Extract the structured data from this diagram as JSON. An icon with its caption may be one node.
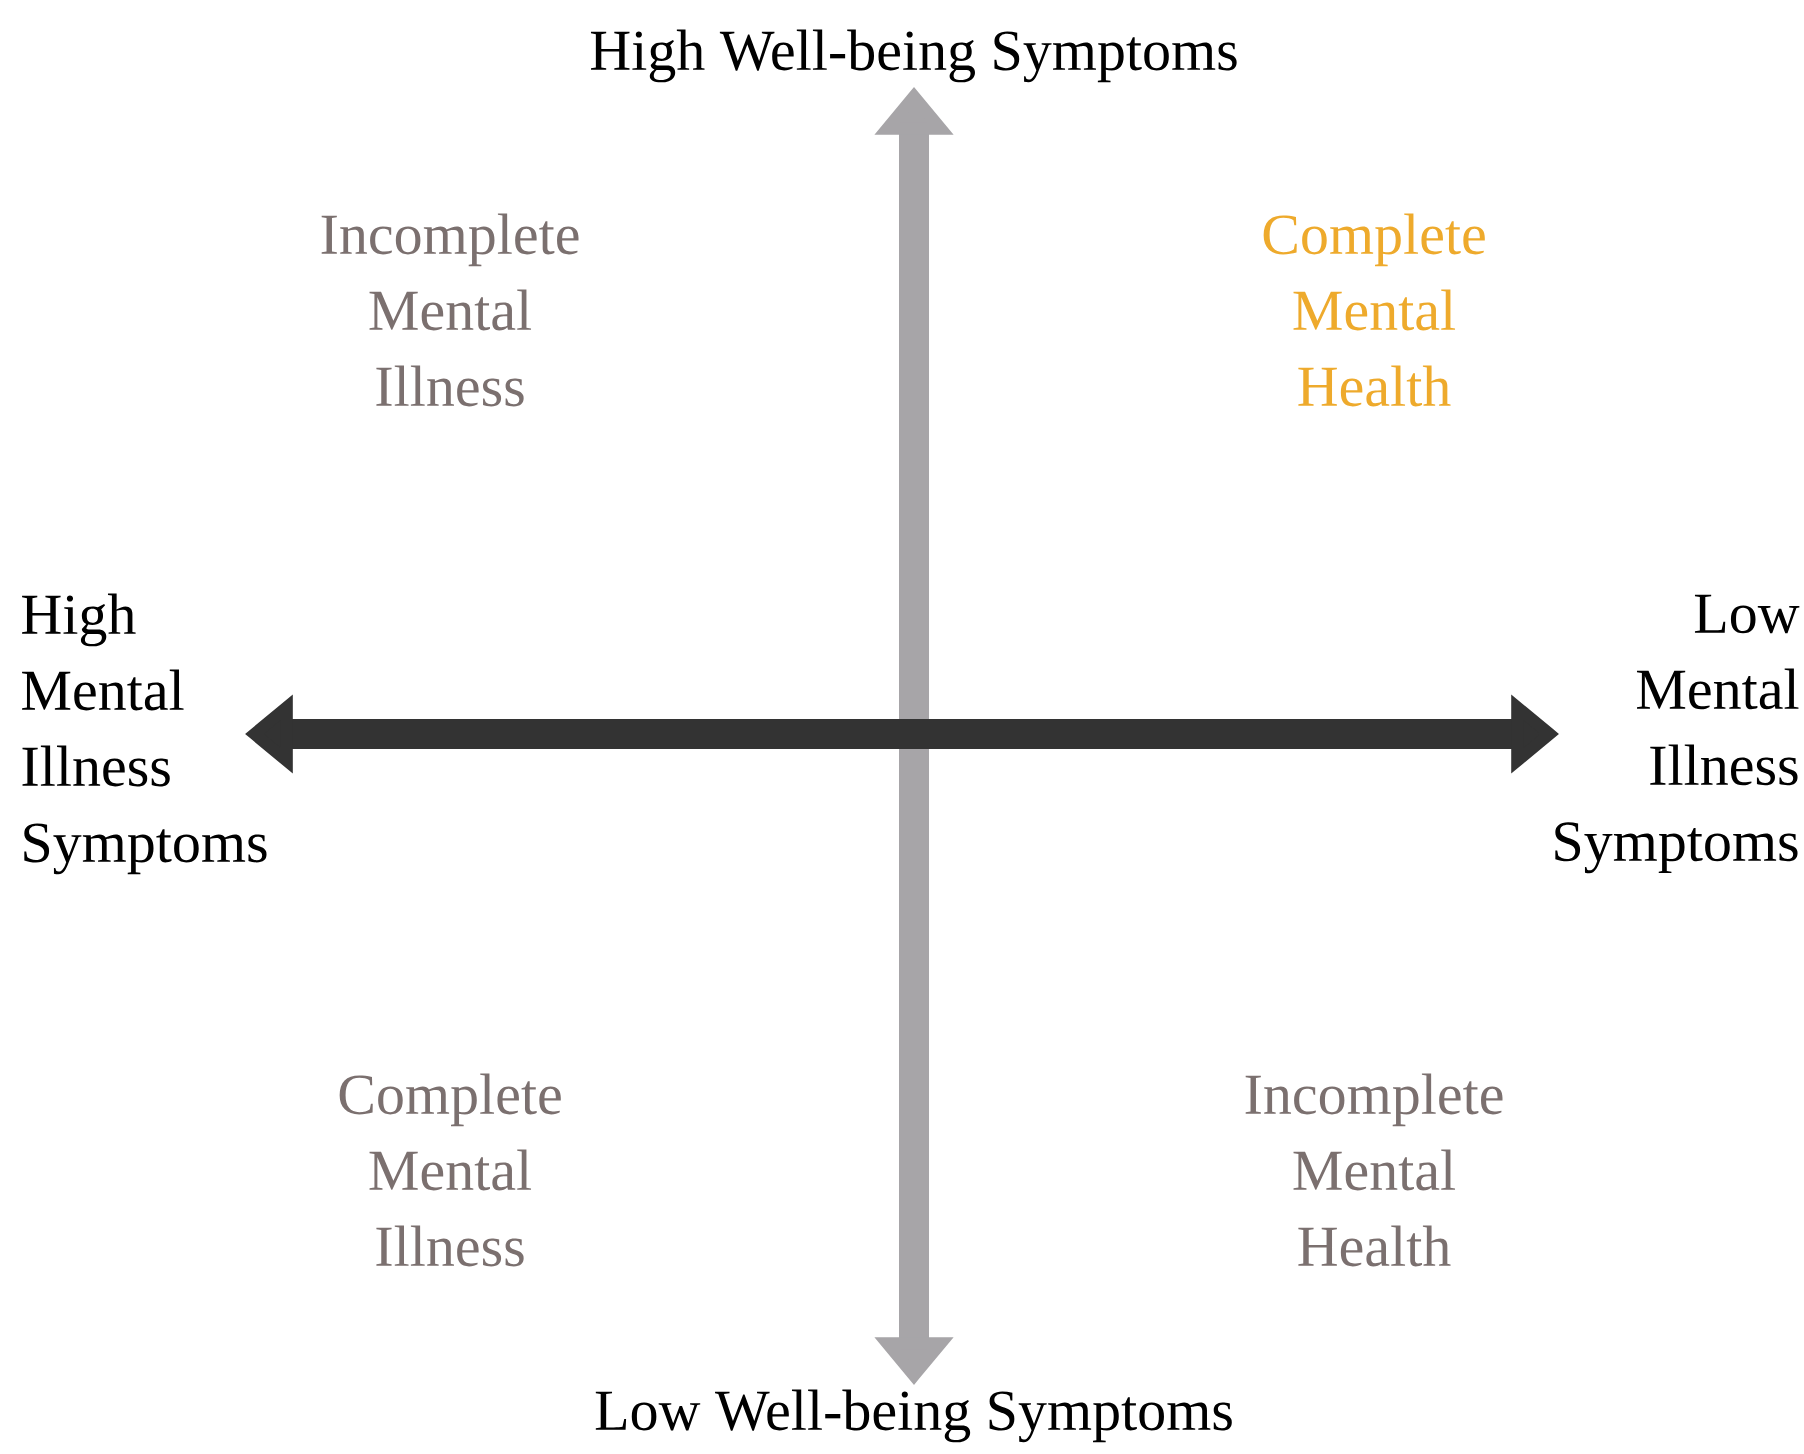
{
  "diagram": {
    "nodes": [
      {
        "text": [
          "High Well-being Symptoms"
        ]
      },
      {
        "text": [
          "High Mental Illness Symptoms"
        ]
      },
      {
        "text": [
          "Low Mental Illness Symptoms"
        ]
      },
      {
        "text": [
          "Low Well-being Symptoms"
        ]
      }
    ],
    "edges": [
      {
        "from": 3,
        "to": 0,
        "arrow": "both",
        "color": "#a7a5a8"
      },
      {
        "from": 1,
        "to": 2,
        "arrow": "both",
        "color": "#333333"
      }
    ],
    "labels": [
      "Incomplete Mental Illness",
      "Complete Mental Health",
      "Complete Mental Illness",
      "Incomplete Mental Health"
    ]
  }
}
